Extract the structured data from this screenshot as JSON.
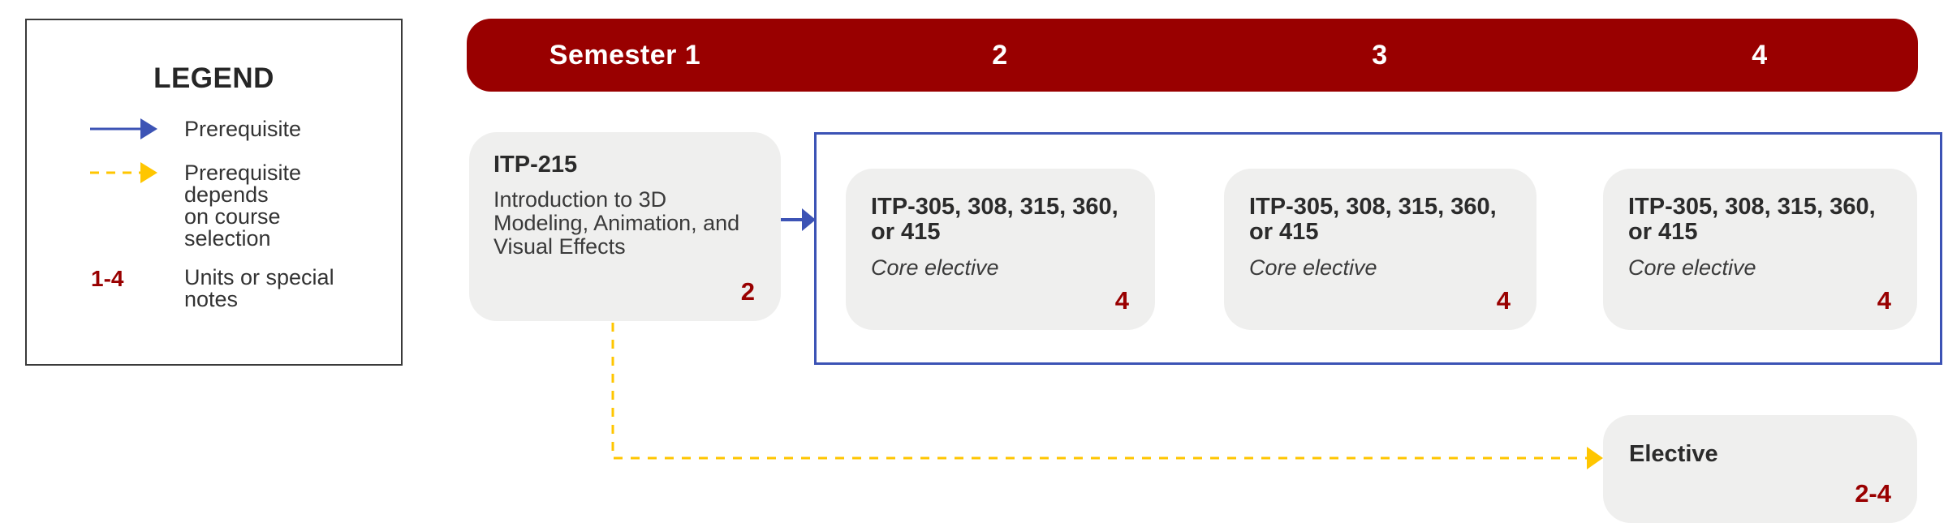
{
  "legend": {
    "title": "LEGEND",
    "items": [
      {
        "icon": "solid-arrow-icon",
        "label": "Prerequisite",
        "color": "#3c53b5"
      },
      {
        "icon": "dashed-arrow-icon",
        "label": "Prerequisite\ndepends\non course\nselection",
        "color": "#ffc600"
      },
      {
        "symbol": "1-4",
        "label": "Units or special\nnotes",
        "color": "#990000"
      }
    ]
  },
  "header": {
    "labels": [
      "Semester 1",
      "2",
      "3",
      "4"
    ]
  },
  "cards": {
    "itp215": {
      "code": "ITP-215",
      "title": "Introduction to 3D\nModeling, Animation, and\nVisual Effects",
      "units": "2"
    },
    "core_electives": [
      {
        "code": "ITP-305, 308, 315, 360,\nor 415",
        "type": "Core elective",
        "units": "4"
      },
      {
        "code": "ITP-305, 308, 315, 360,\nor 415",
        "type": "Core elective",
        "units": "4"
      },
      {
        "code": "ITP-305, 308, 315, 360,\nor 415",
        "type": "Core elective",
        "units": "4"
      }
    ],
    "elective": {
      "code": "Elective",
      "units": "2-4"
    }
  },
  "colors": {
    "cardinal": "#990000",
    "gold": "#ffc600",
    "blue": "#3c53b5",
    "card_bg": "#efefee",
    "header_text": "#ffffff"
  }
}
